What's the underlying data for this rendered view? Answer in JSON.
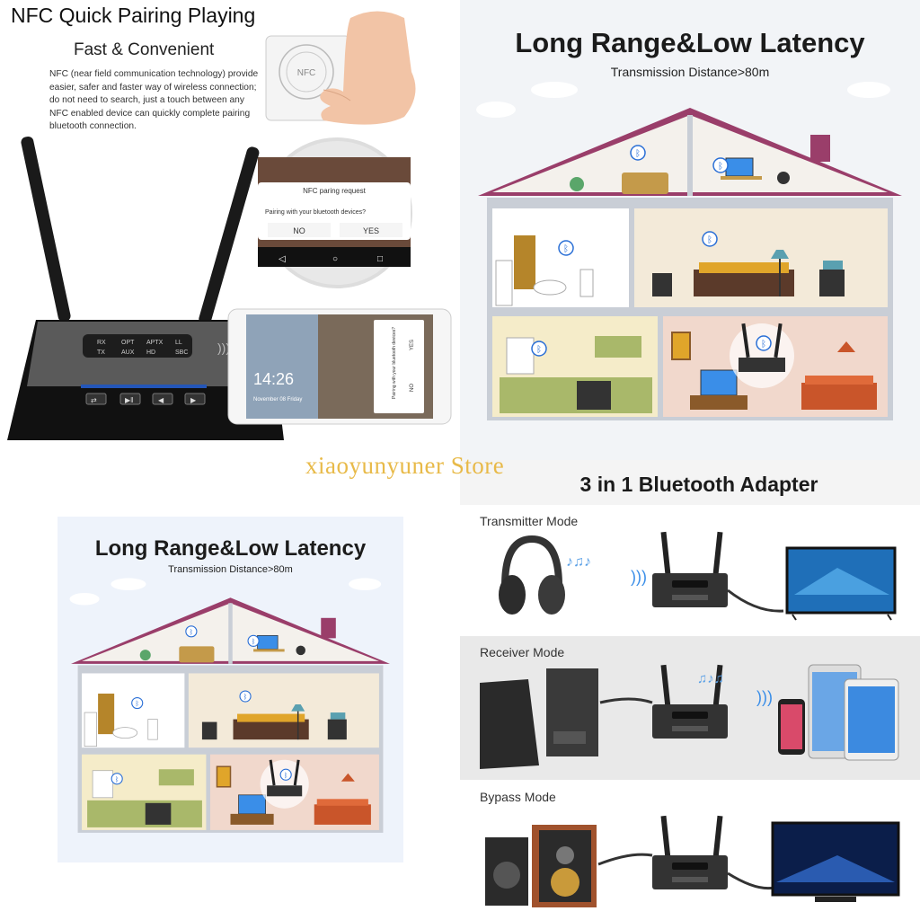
{
  "nfc_panel": {
    "title": "NFC Quick Pairing Playing",
    "subtitle": "Fast & Convenient",
    "description": "NFC (near field communication technology) provide easier, safer and faster way of wireless connection; do not need to search, just a touch between any NFC enabled device can quickly complete pairing bluetooth connection.",
    "nfc_tag_label": "NFC",
    "dialog": {
      "title": "NFC paring request",
      "question": "Pairing with your bluetooth devices?",
      "no_label": "NO",
      "yes_label": "YES"
    },
    "phone": {
      "time": "14:26",
      "date": "November 08 Friday"
    },
    "device": {
      "indicators_top": [
        "RX",
        "OPT",
        "APTX",
        "LL"
      ],
      "indicators_bottom": [
        "TX",
        "AUX",
        "HD",
        "SBC"
      ]
    }
  },
  "range_panel_large": {
    "title": "Long Range&Low Latency",
    "subtitle": "Transmission Distance>80m"
  },
  "range_panel_small": {
    "title": "Long Range&Low Latency",
    "subtitle": "Transmission Distance>80m"
  },
  "watermark": "xiaoyunyuner Store",
  "adapter_panel": {
    "title": "3 in 1 Bluetooth Adapter",
    "modes": [
      {
        "label": "Transmitter Mode"
      },
      {
        "label": "Receiver Mode"
      },
      {
        "label": "Bypass Mode"
      }
    ]
  },
  "colors": {
    "roof": "#9a3e6a",
    "house_wall": "#ffffff",
    "sky": "#dce8f7",
    "mode_band_gray": "#ececec",
    "bluetooth": "#2a6fd6",
    "watermark": "#e7b53a"
  }
}
